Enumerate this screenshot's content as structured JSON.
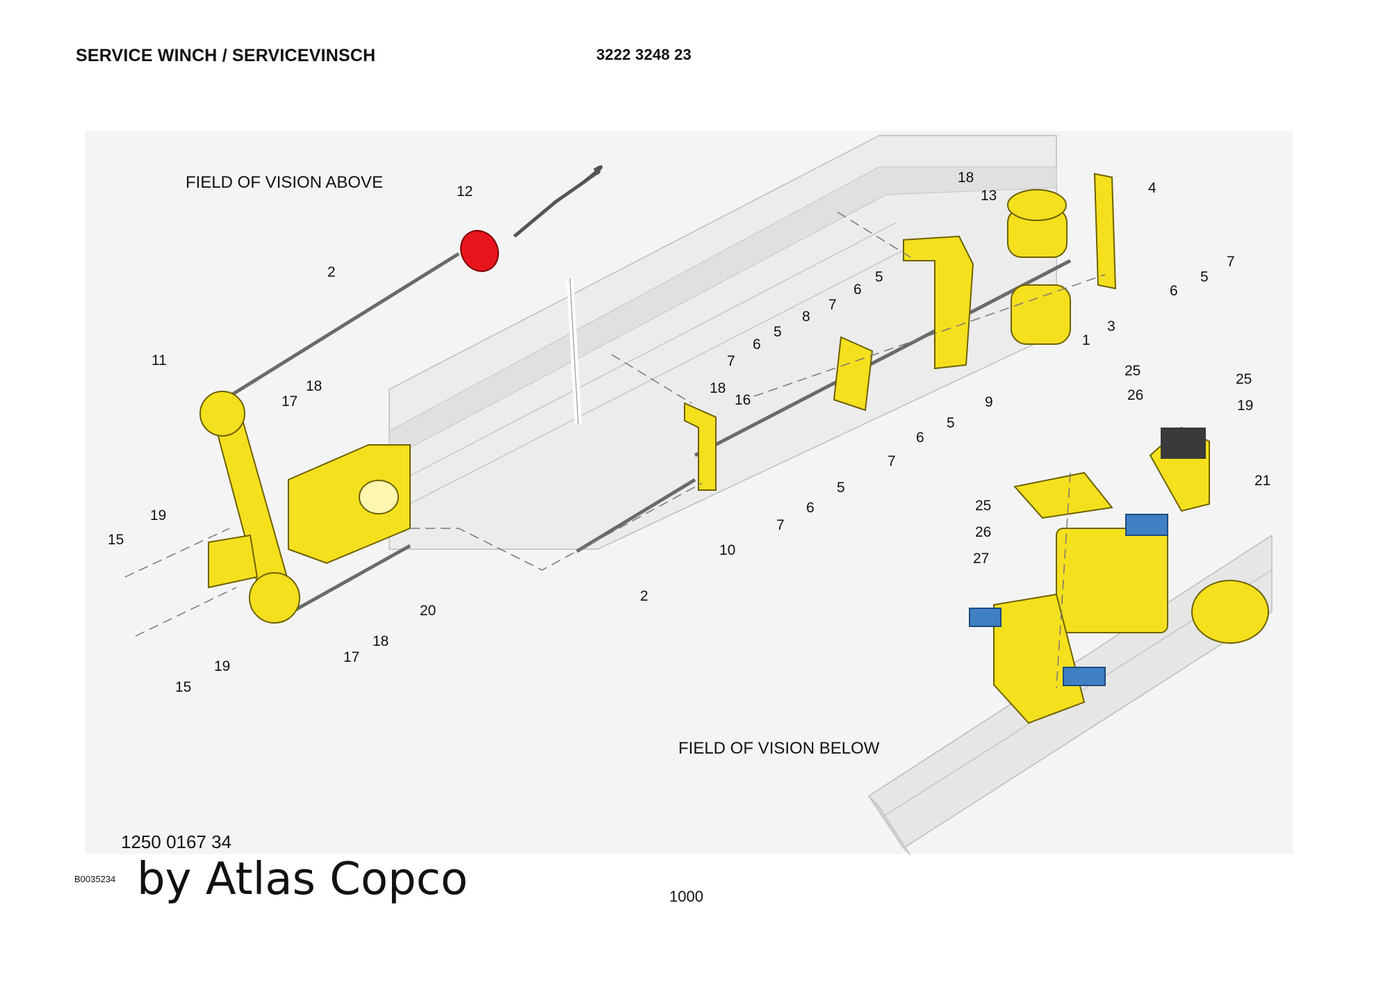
{
  "header": {
    "title": "SERVICE WINCH / SERVICEVINSCH",
    "document_number": "3222 3248 23"
  },
  "captions": {
    "above": "FIELD OF VISION ABOVE",
    "below": "FIELD OF VISION BELOW"
  },
  "callouts": [
    "12",
    "2",
    "11",
    "18",
    "17",
    "19",
    "15",
    "15",
    "19",
    "17",
    "18",
    "20",
    "2",
    "10",
    "18",
    "16",
    "7",
    "6",
    "5",
    "8",
    "7",
    "6",
    "5",
    "18",
    "13",
    "9",
    "4",
    "5",
    "7",
    "6",
    "3",
    "1",
    "6",
    "5",
    "7",
    "7",
    "6",
    "5",
    "25",
    "26",
    "25",
    "19",
    "21",
    "25",
    "26",
    "27"
  ],
  "colors": {
    "part_yellow": "#f5e01e",
    "grip_red": "#e8161c",
    "cylinder_blue": "#3f7fc4",
    "boom_grey": "#e8e8e8"
  },
  "footer": {
    "part_number": "1250 0167 34",
    "reference_code": "B0035234",
    "brand": "by Atlas Copco",
    "page_number": "1000"
  }
}
